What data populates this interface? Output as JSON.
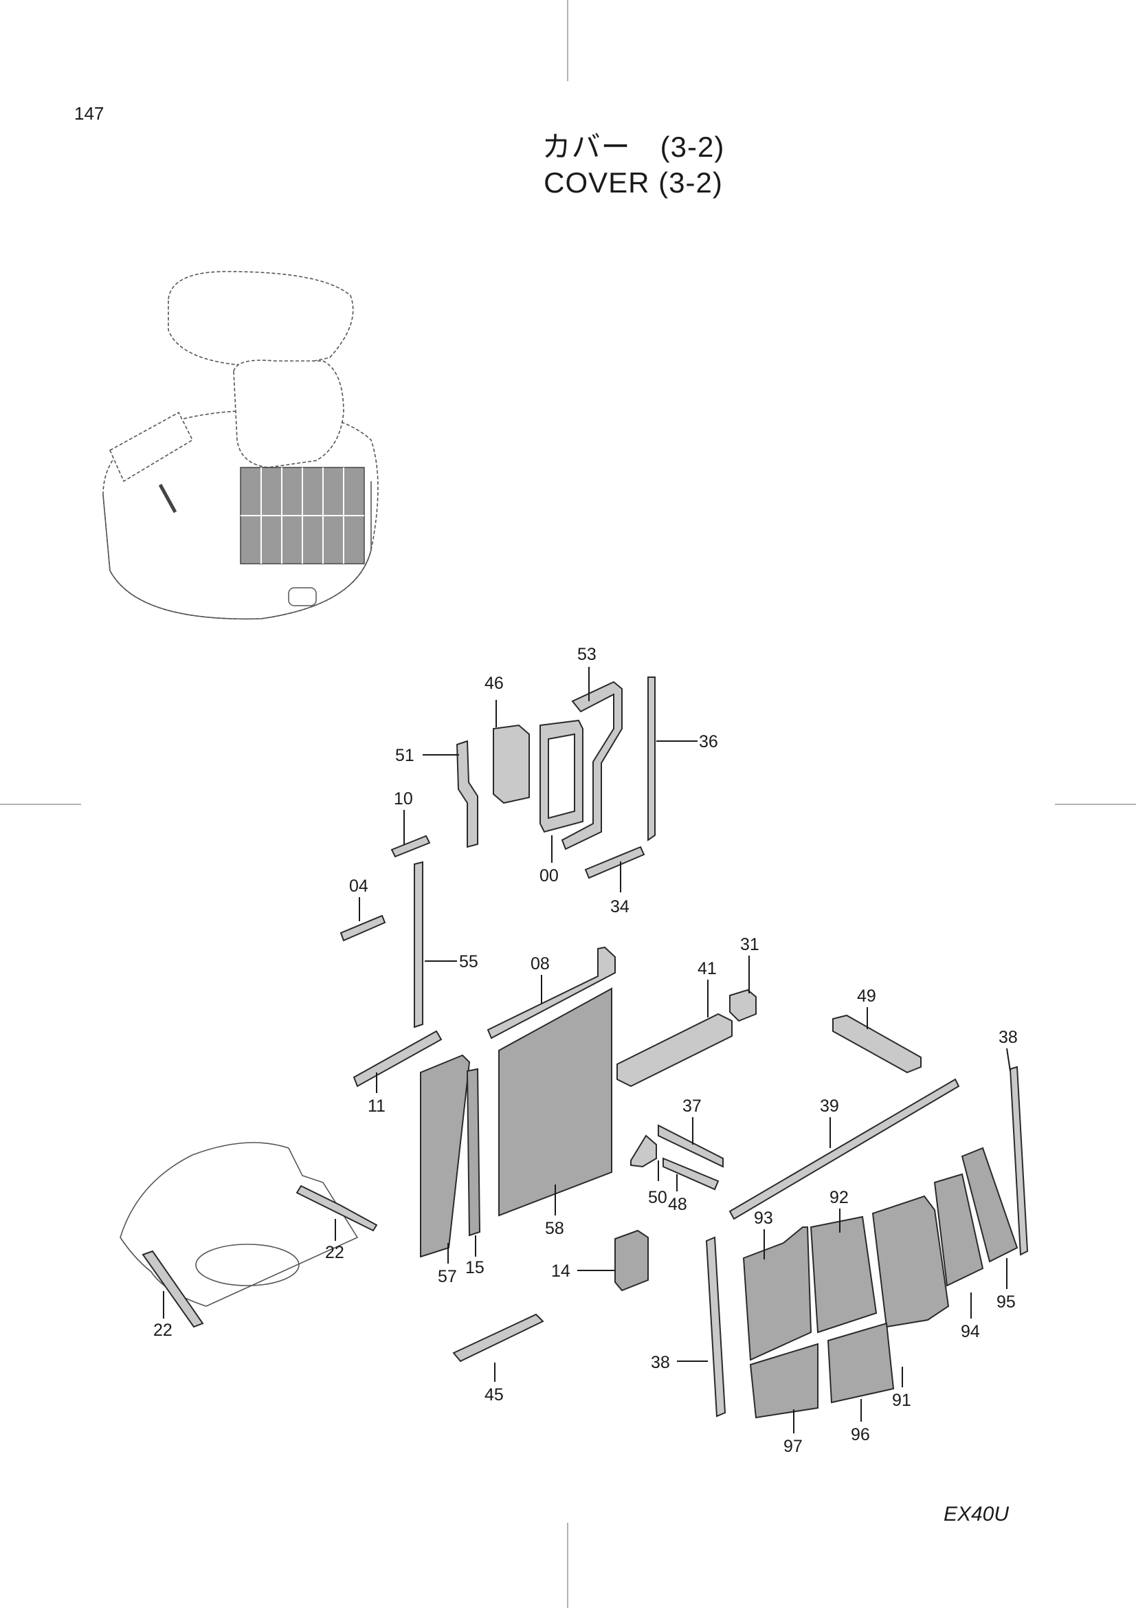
{
  "page": {
    "number": "147",
    "title_jp": "カバー　(3-2)",
    "title_en": "COVER  (3-2)",
    "model": "EX40U"
  },
  "callouts": [
    "53",
    "46",
    "36",
    "51",
    "10",
    "00",
    "34",
    "04",
    "55",
    "08",
    "31",
    "41",
    "49",
    "38",
    "11",
    "37",
    "39",
    "92",
    "93",
    "50",
    "48",
    "22",
    "57",
    "15",
    "58",
    "14",
    "95",
    "94",
    "45",
    "91",
    "96",
    "97"
  ]
}
